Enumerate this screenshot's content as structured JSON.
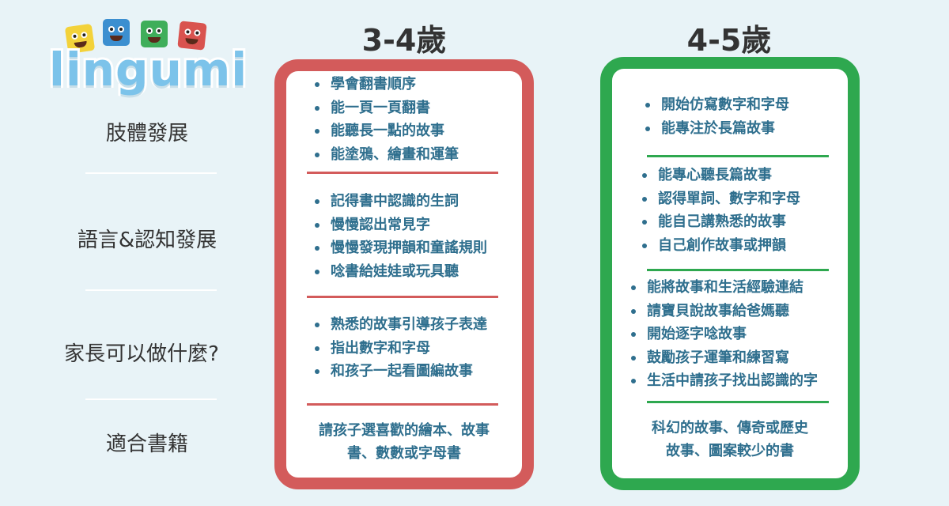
{
  "brand": {
    "name": "lingumi"
  },
  "row_labels": [
    "肢體發展",
    "語言&認知發展",
    "家長可以做什麼?",
    "適合書籍"
  ],
  "columns": [
    {
      "title": "3-4歲",
      "physical": [
        "學會翻書順序",
        "能一頁一頁翻書",
        "能聽長一點的故事",
        "能塗鴉、繪畫和運筆"
      ],
      "language": [
        "記得書中認識的生詞",
        "慢慢認出常見字",
        "慢慢發現押韻和童謠規則",
        "唸書給娃娃或玩具聽"
      ],
      "parents": [
        "熟悉的故事引導孩子表達",
        "指出數字和字母",
        "和孩子一起看圖編故事"
      ],
      "books": [
        "請孩子選喜歡的繪本、故事",
        "書、數數或字母書"
      ]
    },
    {
      "title": "4-5歲",
      "physical": [
        "開始仿寫數字和字母",
        "能專注於長篇故事"
      ],
      "language": [
        "能專心聽長篇故事",
        "認得單詞、數字和字母",
        "能自己講熟悉的故事",
        "自己創作故事或押韻"
      ],
      "parents": [
        "能將故事和生活經驗連結",
        "請寶貝說故事給爸媽聽",
        "開始逐字唸故事",
        "鼓勵孩子運筆和練習寫",
        "生活中請孩子找出認識的字"
      ],
      "books": [
        "科幻的故事、傳奇或歷史",
        "故事、圖案較少的書"
      ]
    }
  ],
  "colors": {
    "red": "#d35b5b",
    "green": "#2ea84f",
    "text_blue": "#2f6f8e",
    "background": "#e8f3f7"
  }
}
